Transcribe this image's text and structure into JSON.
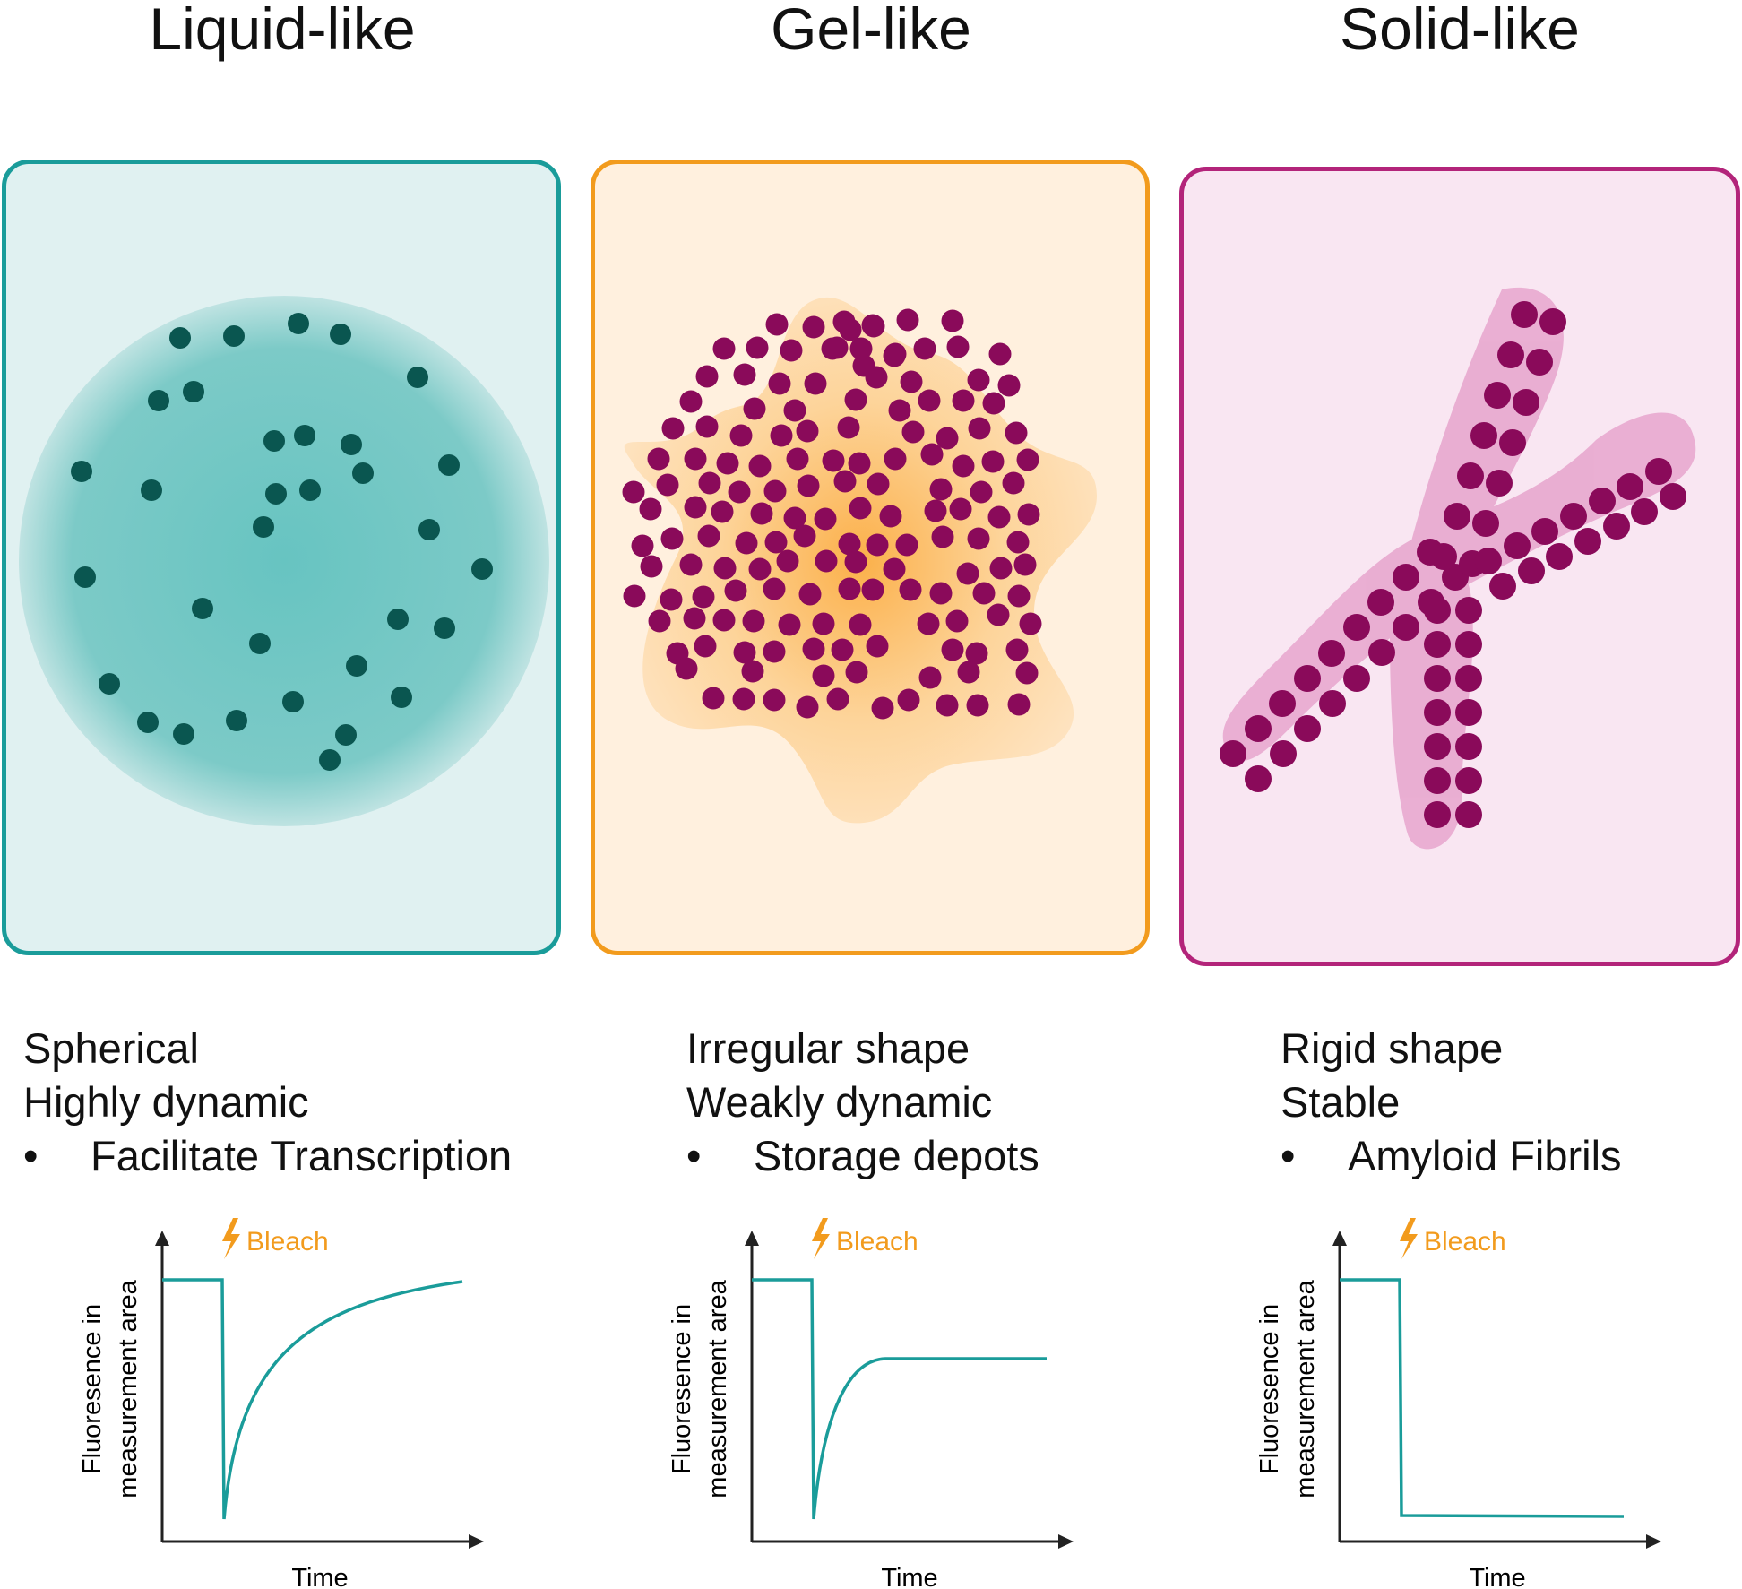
{
  "columns": [
    {
      "title": "Liquid-like",
      "lines": [
        "Spherical",
        "Highly dynamic"
      ],
      "bullet": "Facilitate Transcription",
      "bullet_marker": "•",
      "color": "#1a9c9a",
      "fill": "#e0f1f1",
      "plot": {
        "ylabel_line1": "Fluoresence in",
        "ylabel_line2": "measurement area",
        "xlabel": "Time",
        "event": "Bleach",
        "curve": "full-recovery"
      }
    },
    {
      "title": "Gel-like",
      "lines": [
        "Irregular shape",
        "Weakly dynamic"
      ],
      "bullet": "Storage depots",
      "bullet_marker": "•",
      "color": "#f29b1d",
      "fill": "#fff0de",
      "plot": {
        "ylabel_line1": "Fluoresence in",
        "ylabel_line2": "measurement area",
        "xlabel": "Time",
        "event": "Bleach",
        "curve": "partial-recovery"
      }
    },
    {
      "title": "Solid-like",
      "lines": [
        "Rigid shape",
        "Stable"
      ],
      "bullet": "Amyloid Fibrils",
      "bullet_marker": "•",
      "color": "#b3247a",
      "fill": "#f9e6f2",
      "plot": {
        "ylabel_line1": "Fluoresence in",
        "ylabel_line2": "measurement area",
        "xlabel": "Time",
        "event": "Bleach",
        "curve": "no-recovery"
      }
    }
  ],
  "colors": {
    "teal_particle": "#0a5650",
    "magenta_particle": "#8a0a5a",
    "bleach": "#f29b1d",
    "curve": "#1a9c9a",
    "axis": "#222222"
  }
}
